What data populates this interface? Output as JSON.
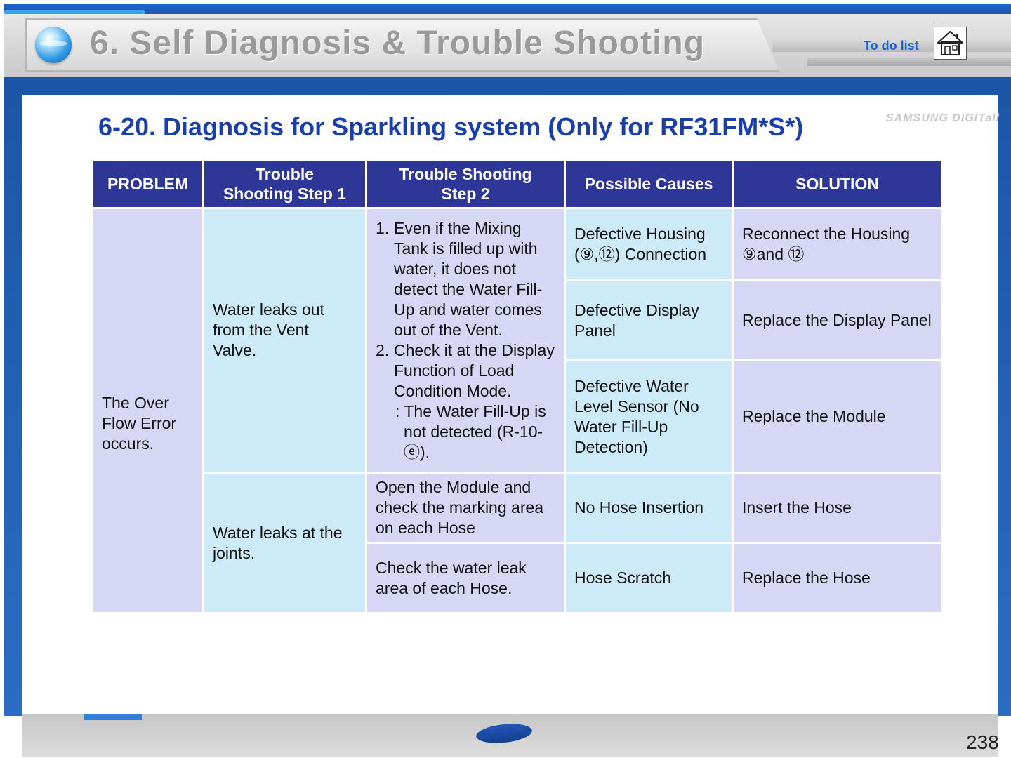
{
  "header": {
    "section_title": "6. Self Diagnosis & Trouble Shooting",
    "todo_link": "To do list",
    "home_icon": "home-icon"
  },
  "page": {
    "subtitle": "6-20. Diagnosis for Sparkling system (Only for RF31FM*S*)",
    "page_number": "238"
  },
  "table": {
    "headers": {
      "problem": "PROBLEM",
      "step1_l1": "Trouble",
      "step1_l2": "Shooting Step 1",
      "step2_l1": "Trouble Shooting",
      "step2_l2": "Step 2",
      "causes": "Possible Causes",
      "solution": "SOLUTION"
    },
    "problem": "The Over Flow Error occurs.",
    "group1": {
      "step1": "Water leaks out from the Vent Valve.",
      "step2": {
        "item1_num": "1.",
        "item1": "Even if the Mixing Tank is filled up with water, it does not detect the Water Fill-Up and water comes out of the Vent.",
        "item2_num": "2.",
        "item2": "Check it at the Display Function of Load Condition Mode.",
        "note": ": The Water Fill-Up is not detected (R-10-ⓔ)."
      },
      "rows": [
        {
          "cause": "Defective Housing (⑨,⑫) Connection",
          "solution": "Reconnect the Housing ⑨and ⑫"
        },
        {
          "cause": "Defective Display Panel",
          "solution": "Replace the Display Panel"
        },
        {
          "cause": "Defective Water Level Sensor (No Water Fill-Up Detection)",
          "solution": "Replace the Module"
        }
      ]
    },
    "group2": {
      "step1": "Water leaks at the joints.",
      "rows": [
        {
          "step2": "Open the Module and check the marking area on each Hose",
          "cause": "No Hose Insertion",
          "solution": "Insert the Hose"
        },
        {
          "step2": "Check the water leak area of each Hose.",
          "cause": "Hose Scratch",
          "solution": "Replace the Hose"
        }
      ]
    }
  },
  "colors": {
    "header_bg": "#2f3796",
    "cell_lavender": "#d6d6f5",
    "cell_sky": "#cdeaf9",
    "subtitle": "#1b3fa8"
  }
}
